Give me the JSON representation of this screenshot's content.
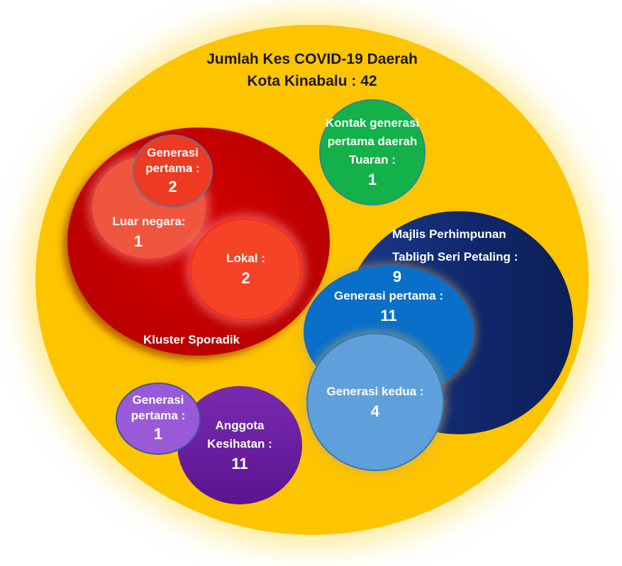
{
  "title": {
    "line1": "Jumlah Kes COVID-19 Daerah",
    "line2": "Kota Kinabalu : 42"
  },
  "sporadic": {
    "label": "Kluster Sporadik",
    "gen1": {
      "label1": "Generasi",
      "label2": "pertama :",
      "value": "2"
    },
    "luar": {
      "label": "Luar negara:",
      "value": "1"
    },
    "lokal": {
      "label": "Lokal :",
      "value": "2"
    }
  },
  "tuaran": {
    "label1": "Kontak generasi",
    "label2": "pertama daerah",
    "label3": "Tuaran :",
    "value": "1"
  },
  "tabligh": {
    "label1": "Majlis Perhimpunan",
    "label2": "Tabligh Seri Petaling :",
    "value": "9",
    "gen1": {
      "label": "Generasi pertama :",
      "value": "11"
    },
    "gen2": {
      "label": "Generasi kedua :",
      "value": "4"
    }
  },
  "health": {
    "label1": "Anggota",
    "label2": "Kesihatan :",
    "value": "11",
    "gen1": {
      "label1": "Generasi",
      "label2": "pertama :",
      "value": "1"
    }
  },
  "colors": {
    "outer": "#fdc400",
    "red": "#c80000",
    "green": "#14b04a",
    "navy": "#10266a",
    "blue": "#0a6fc8",
    "lightblue": "#5fa0dc",
    "purple": "#6a1fa0"
  }
}
